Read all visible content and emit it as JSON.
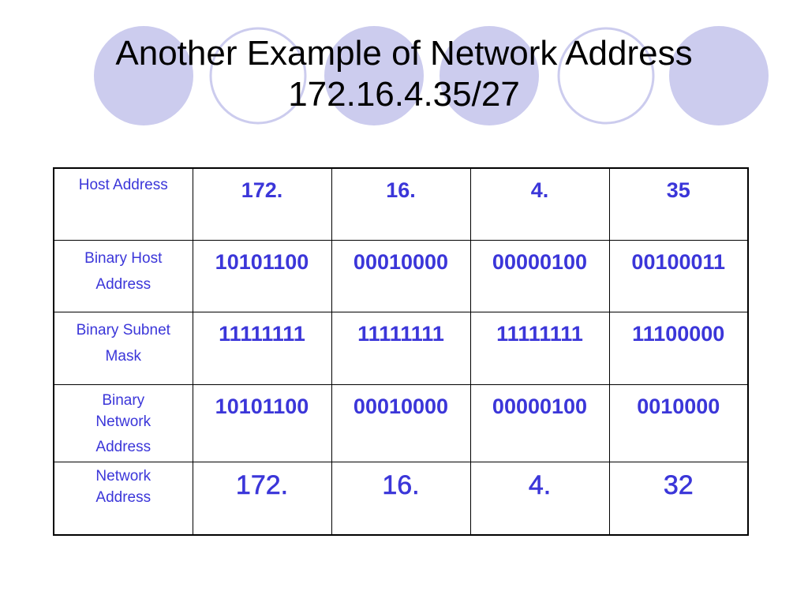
{
  "slide": {
    "title_line1": "Another Example of Network Address",
    "title_line2": "172.16.4.35/27",
    "circle_fill_color": "#ccccee",
    "circle_outline_color": "#ccccee",
    "text_color": "#3b36d9"
  },
  "table": {
    "rows": [
      {
        "label": "Host Address",
        "values": [
          "172.",
          "16.",
          "4.",
          "35"
        ]
      },
      {
        "label_lines": [
          "Binary Host",
          "Address"
        ],
        "values": [
          "10101100",
          "00010000",
          "00000100",
          "00100011"
        ]
      },
      {
        "label_lines": [
          "Binary Subnet",
          "Mask"
        ],
        "values": [
          "11111111",
          "11111111",
          "11111111",
          "11100000"
        ]
      },
      {
        "label_lines": [
          "Binary",
          "Network",
          "Address"
        ],
        "values": [
          "10101100",
          "00010000",
          "00000100",
          "0010000"
        ]
      },
      {
        "label_lines": [
          "Network",
          "Address"
        ],
        "values": [
          "172.",
          "16.",
          "4.",
          "32"
        ]
      }
    ]
  }
}
